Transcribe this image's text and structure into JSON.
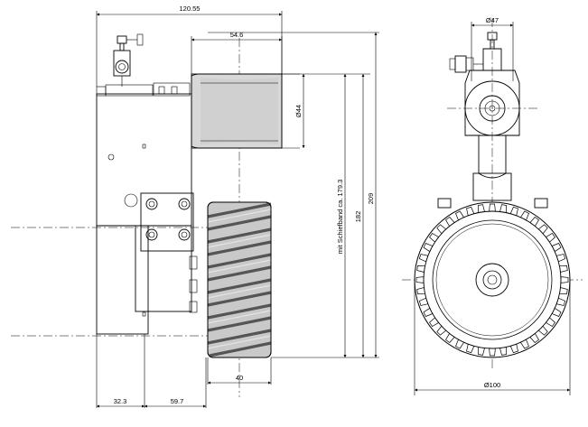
{
  "dimensions": {
    "overall_width": "120.55",
    "sleeve_width": "54.6",
    "sleeve_diameter": "Ø44",
    "shaft_height_label": "mit Schiefband ca. 179.3",
    "height_182": "182",
    "height_209": "209",
    "wheel_width": "40",
    "offset_left": "32.3",
    "offset_mid": "59.7",
    "top_diameter": "Ø47",
    "wheel_diameter": "Ø100"
  }
}
